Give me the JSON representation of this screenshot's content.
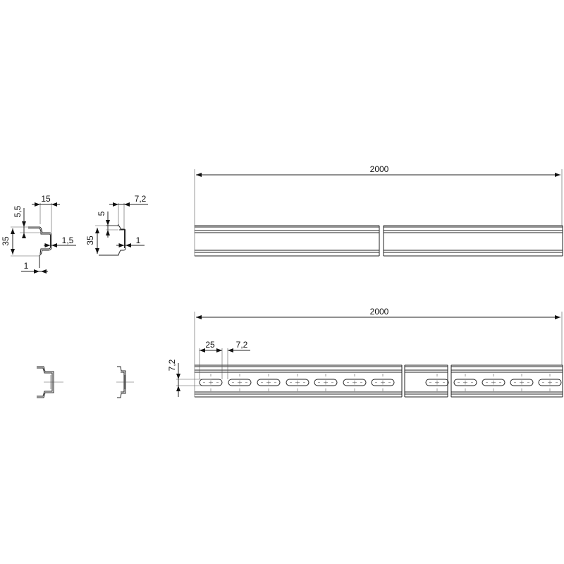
{
  "profile_35x15": {
    "width": "15",
    "top_offset": "5,5",
    "height": "35",
    "thickness": "1,5",
    "foot": "1"
  },
  "profile_35x7_5": {
    "width": "7,2",
    "top_offset": "5",
    "height": "35",
    "thickness": "1"
  },
  "rail_plain": {
    "length": "2000"
  },
  "rail_slotted": {
    "length": "2000",
    "slot_length": "25",
    "slot_gap": "7,2",
    "slot_width": "7,2"
  }
}
